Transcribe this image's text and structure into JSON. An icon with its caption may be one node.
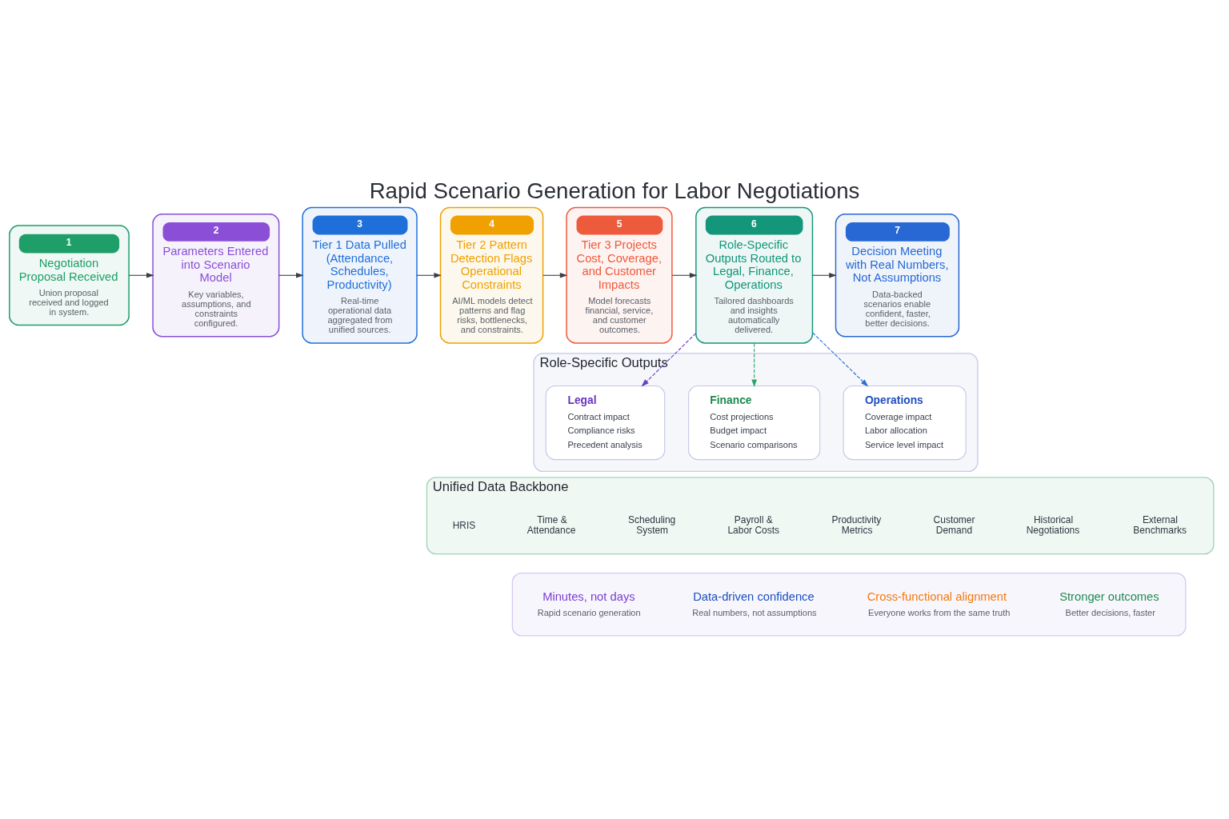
{
  "diagram": {
    "title": "Rapid Scenario Generation for Labor Negotiations",
    "nodes": [
      {
        "text": [
          "1",
          "Negotiation Proposal Received",
          "Union proposal received and logged in system."
        ]
      },
      {
        "text": [
          "2",
          "Parameters Entered into Scenario Model",
          "Key variables, assumptions, and constraints configured."
        ]
      },
      {
        "text": [
          "3",
          "Tier 1 Data Pulled (Attendance, Schedules, Productivity)",
          "Real-time operational data aggregated from unified sources."
        ]
      },
      {
        "text": [
          "4",
          "Tier 2 Pattern Detection Flags Operational Constraints",
          "AI/ML models detect patterns and flag risks, bottlenecks, and constraints."
        ]
      },
      {
        "text": [
          "5",
          "Tier 3 Projects Cost, Coverage, and Customer Impacts",
          "Model forecasts financial, service, and customer outcomes."
        ]
      },
      {
        "text": [
          "6",
          "Role-Specific Outputs Routed to Legal, Finance, Operations",
          "Tailored dashboards and insights automatically delivered."
        ]
      },
      {
        "text": [
          "7",
          "Decision Meeting with Real Numbers, Not Assumptions",
          "Data-backed scenarios enable confident, faster, better decisions."
        ]
      },
      {
        "text": [
          "Role-Specific Outputs"
        ]
      },
      {
        "text": [
          "Legal",
          "Contract impact",
          "Compliance risks",
          "Precedent analysis"
        ],
        "in": 7
      },
      {
        "text": [
          "Finance",
          "Cost projections",
          "Budget impact",
          "Scenario comparisons"
        ],
        "in": 7
      },
      {
        "text": [
          "Operations",
          "Coverage impact",
          "Labor allocation",
          "Service level impact"
        ],
        "in": 7
      },
      {
        "text": [
          "Unified Data Backbone"
        ]
      },
      {
        "text": [
          "HRIS"
        ],
        "in": 11
      },
      {
        "text": [
          "Time & Attendance"
        ],
        "in": 11
      },
      {
        "text": [
          "Scheduling System"
        ],
        "in": 11
      },
      {
        "text": [
          "Payroll & Labor Costs"
        ],
        "in": 11
      },
      {
        "text": [
          "Productivity Metrics"
        ],
        "in": 11
      },
      {
        "text": [
          "Customer Demand"
        ],
        "in": 11
      },
      {
        "text": [
          "Historical Negotiations"
        ],
        "in": 11
      },
      {
        "text": [
          "External Benchmarks"
        ],
        "in": 11
      },
      {
        "text": [],
        "shape": "box"
      },
      {
        "text": [
          "Minutes, not days",
          "Rapid scenario generation"
        ],
        "in": 20
      },
      {
        "text": [
          "Data-driven confidence",
          "Real numbers, not assumptions"
        ],
        "in": 20
      },
      {
        "text": [
          "Cross-functional alignment",
          "Everyone works from the same truth"
        ],
        "in": 20
      },
      {
        "text": [
          "Stronger outcomes",
          "Better decisions, faster"
        ],
        "in": 20
      }
    ],
    "edges": [
      {
        "from": 0,
        "to": 1,
        "arrow": "to"
      },
      {
        "from": 1,
        "to": 2,
        "arrow": "to"
      },
      {
        "from": 2,
        "to": 3,
        "arrow": "to"
      },
      {
        "from": 3,
        "to": 4,
        "arrow": "to"
      },
      {
        "from": 4,
        "to": 5,
        "arrow": "to"
      },
      {
        "from": 5,
        "to": 6,
        "arrow": "to"
      },
      {
        "from": 5,
        "to": 8,
        "arrow": "to",
        "style": "dashed",
        "color": "#6a3fc8"
      },
      {
        "from": 5,
        "to": 9,
        "arrow": "to",
        "style": "dashed",
        "color": "#2aa56a"
      },
      {
        "from": 5,
        "to": 10,
        "arrow": "to",
        "style": "dashed",
        "color": "#2a6fd0"
      }
    ]
  }
}
